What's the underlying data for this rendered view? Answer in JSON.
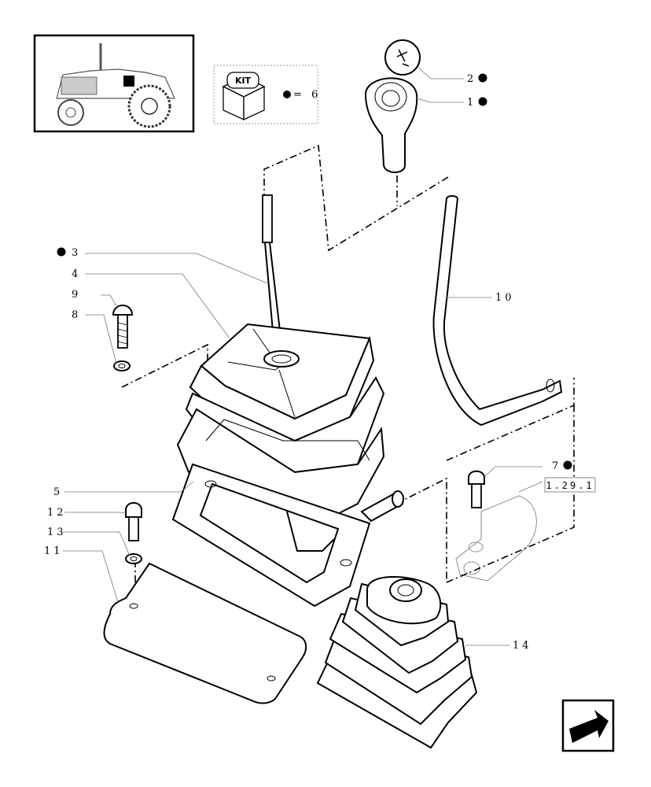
{
  "kit": {
    "badge_text": "KIT",
    "equals_text": "= 6"
  },
  "callouts": [
    {
      "id": "c1",
      "label": "1",
      "bullet": true
    },
    {
      "id": "c2",
      "label": "2",
      "bullet": true
    },
    {
      "id": "c3",
      "label": "3",
      "bullet": true
    },
    {
      "id": "c4",
      "label": "4",
      "bullet": false
    },
    {
      "id": "c5",
      "label": "5",
      "bullet": false
    },
    {
      "id": "c7",
      "label": "7",
      "bullet": true
    },
    {
      "id": "c8",
      "label": "8",
      "bullet": false
    },
    {
      "id": "c9",
      "label": "9",
      "bullet": false
    },
    {
      "id": "c10",
      "label": "10",
      "bullet": false
    },
    {
      "id": "c11",
      "label": "11",
      "bullet": false
    },
    {
      "id": "c12",
      "label": "12",
      "bullet": false
    },
    {
      "id": "c13",
      "label": "13",
      "bullet": false
    },
    {
      "id": "c14",
      "label": "14",
      "bullet": false
    }
  ],
  "reference": {
    "text": "1.29.1"
  },
  "icons": {
    "thumbnail": "tractor-thumbnail-icon",
    "kit": "kit-box-icon",
    "next_page": "next-page-arrow-icon"
  },
  "colors": {
    "ink": "#000000",
    "leader": "#777777",
    "background": "#ffffff"
  }
}
